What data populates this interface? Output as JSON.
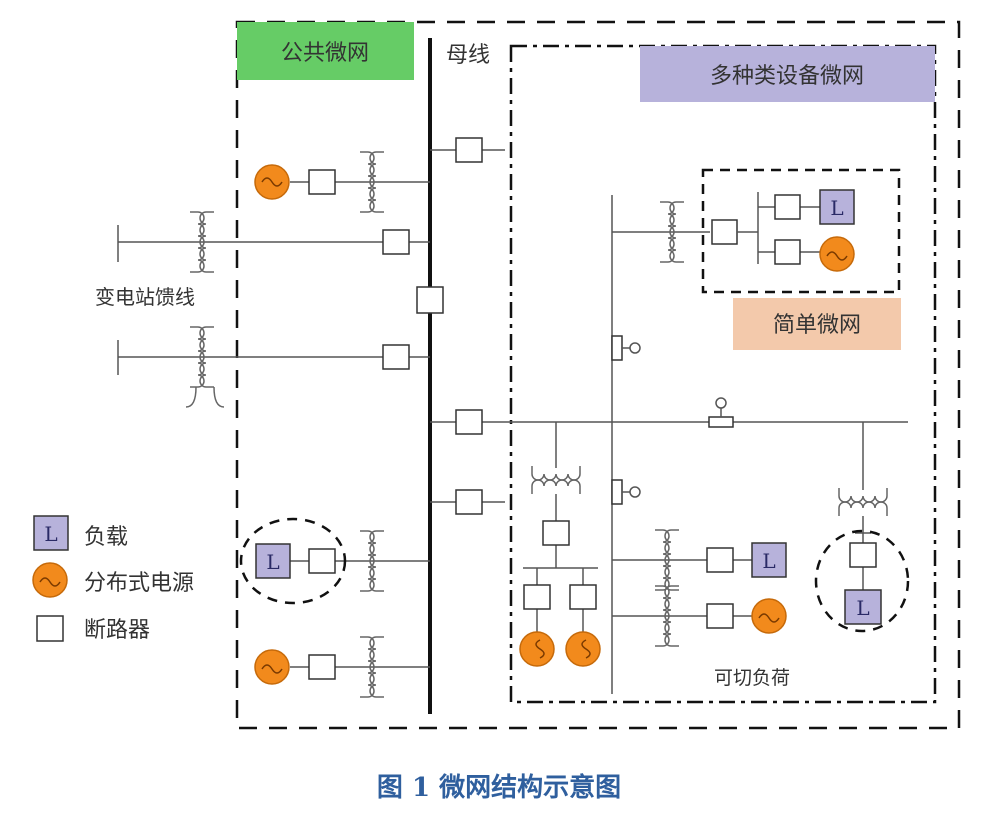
{
  "labels": {
    "public_microgrid": "公共微网",
    "bus": "母线",
    "multi_device_microgrid": "多种类设备微网",
    "simple_microgrid": "简单微网",
    "substation_feeder": "变电站馈线",
    "sheddable_load": "可切负荷"
  },
  "legend": [
    {
      "symbol": "L",
      "label": "负载",
      "icon": "load-icon"
    },
    {
      "symbol": "",
      "label": "分布式电源",
      "icon": "generator-icon"
    },
    {
      "symbol": "",
      "label": "断路器",
      "icon": "breaker-icon"
    }
  ],
  "load_symbol": "L",
  "caption": "图 1  微网结构示意图",
  "colors": {
    "public_microgrid_bg": "#66cc66",
    "multi_device_bg": "#b7b2db",
    "simple_microgrid_bg": "#f3c9ab",
    "generator": "#f28a1c",
    "load": "#b7b2db",
    "caption": "#2f5f9e"
  }
}
